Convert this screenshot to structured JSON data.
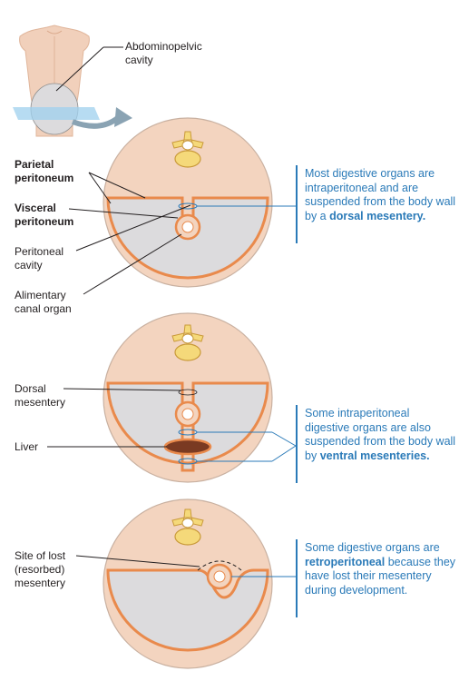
{
  "labels": {
    "abdominopelvic": "Abdominopelvic\ncavity",
    "parietal": "Parietal\nperitoneum",
    "visceral": "Visceral\nperitoneum",
    "peritoneal_cavity": "Peritoneal\ncavity",
    "alimentary": "Alimentary\ncanal organ",
    "dorsal_mesentery": "Dorsal\nmesentery",
    "liver": "Liver",
    "site_lost": "Site of lost\n(resorbed)\nmesentery"
  },
  "captions": {
    "c1": {
      "pre": "Most digestive organs are intraperitoneal and are suspended from the body wall by a ",
      "bold": "dorsal mesentery.",
      "post": ""
    },
    "c2": {
      "pre": "Some intraperitoneal digestive organs are also suspended from the body wall by ",
      "bold": "ventral mesenteries.",
      "post": ""
    },
    "c3": {
      "pre": "Some digestive organs are ",
      "bold": "retroperitoneal",
      "post": " because they have lost their mesentery during development."
    }
  },
  "colors": {
    "tissue": "#f3d4bf",
    "membrane": "#e98a4c",
    "cavity": "#dcdbdd",
    "caption": "#2a7ab8",
    "liver": "#7a3a22",
    "vertebra": "#f5d97a"
  }
}
